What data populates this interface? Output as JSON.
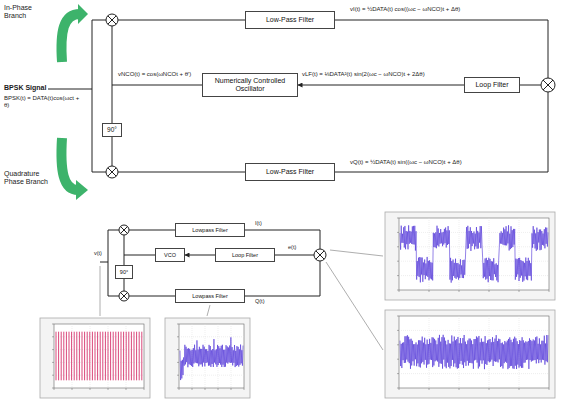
{
  "diagram": {
    "nodes": [
      {
        "text": [
          "Low-Pass Filter"
        ]
      },
      {
        "text": [
          "90°"
        ]
      },
      {
        "text": [
          "Numerically Controlled Oscillator"
        ]
      },
      {
        "text": [
          "Loop Filter"
        ]
      },
      {
        "text": [
          "Low-Pass Filter"
        ]
      },
      {
        "text": [
          "Lowpass Filter"
        ]
      },
      {
        "text": [
          "VCO"
        ]
      },
      {
        "text": [
          "90°"
        ]
      },
      {
        "text": [
          "Loop Filter"
        ]
      },
      {
        "text": [
          "Lowpass Filter"
        ]
      }
    ],
    "edges": [
      {
        "from": 3,
        "to": 2,
        "arrow": "to"
      },
      {
        "from": 2,
        "to": 1,
        "arrow": "none"
      },
      {
        "from": 8,
        "to": 6,
        "arrow": "to"
      },
      {
        "from": 6,
        "to": 7,
        "arrow": "none"
      }
    ],
    "labels": [
      "In-Phase Branch",
      "Quadrature Phase Branch",
      "BPSK Signal",
      "BPSK(t) = DATA(t)cos(ωct + θ)",
      "vNCO(t) = cos(ωNCOt + θ′)",
      "vI(t) = ½DATA(t) cos((ωc − ωNCO)t + Δθ)",
      "vLF(t) = ⅛DATA²(t) sin(2(ωc − ωNCO)t + 2Δθ)",
      "vQ(t) = ½DATA(t) sin((ωc − ωNCO)t + Δθ)",
      "v(t)",
      "I(t)",
      "Q(t)",
      "e(t)"
    ]
  }
}
